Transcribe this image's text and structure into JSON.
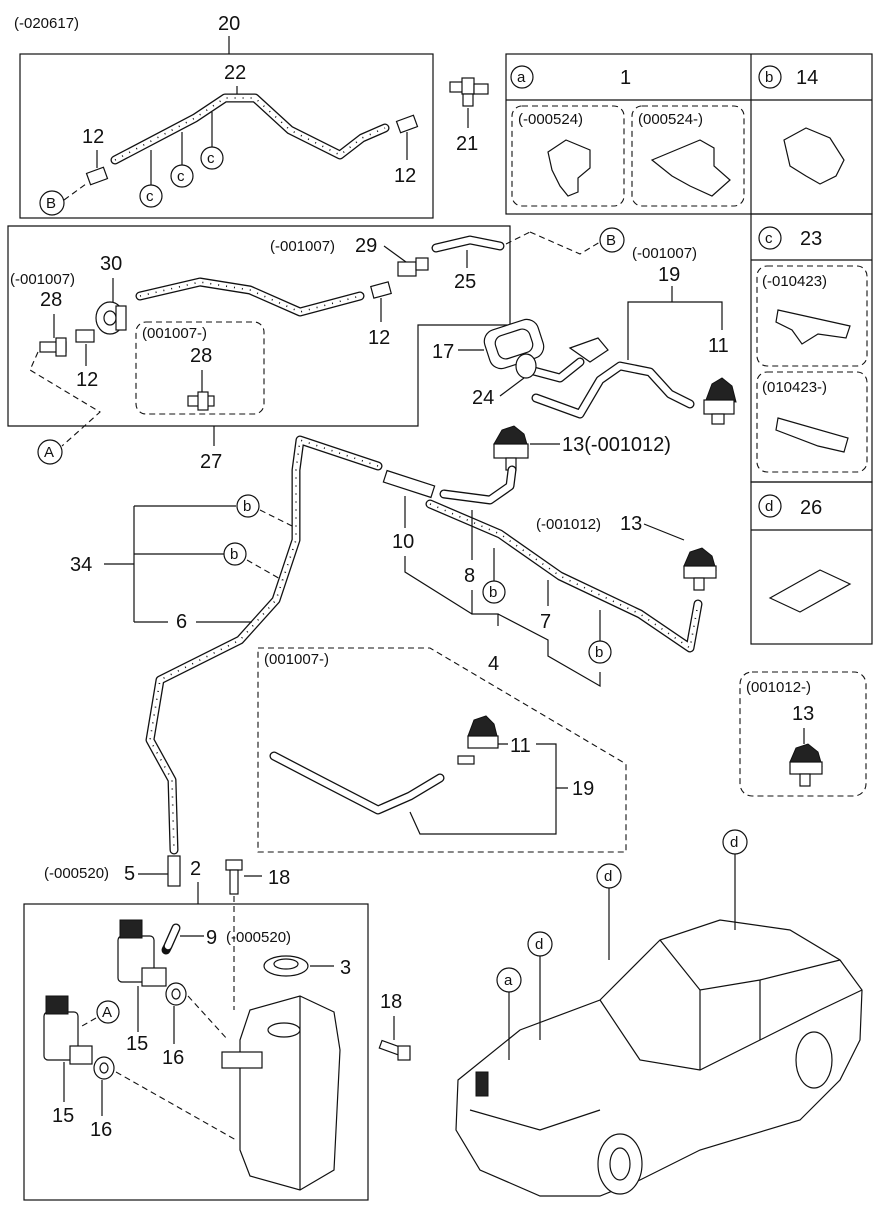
{
  "labels": {
    "date_top": "(-020617)",
    "n20": "20",
    "n22": "22",
    "n12a": "12",
    "n12b": "12",
    "n12c": "12",
    "n12d": "12",
    "n21": "21",
    "n29pre": "(-001007)",
    "n29": "29",
    "n25": "25",
    "n30": "30",
    "n28pre": "(-001007)",
    "n28a": "28",
    "n28b_pre": "(001007-)",
    "n28b": "28",
    "n27": "27",
    "n19pre": "(-001007)",
    "n19": "19",
    "n17": "17",
    "n24": "24",
    "n11": "11",
    "n13a": "13(-001012)",
    "n13b_pre": "(-001012)",
    "n13b": "13",
    "n34": "34",
    "n6": "6",
    "n10": "10",
    "n8": "8",
    "n7": "7",
    "n4": "4",
    "box_pre": "(001007-)",
    "n11b": "11",
    "n19b": "19",
    "n13c_pre": "(001012-)",
    "n13c": "13",
    "n5pre": "(-000520)",
    "n5": "5",
    "n2": "2",
    "n18a": "18",
    "n9": "9",
    "n9post": "(-000520)",
    "n3": "3",
    "n15a": "15",
    "n16a": "16",
    "n15b": "15",
    "n16b": "16",
    "n18b": "18"
  },
  "circles": {
    "B": "B",
    "A": "A",
    "a": "a",
    "b": "b",
    "c": "c",
    "d": "d"
  },
  "legend": {
    "a_num": "1",
    "a_left": "(-000524)",
    "a_right": "(000524-)",
    "b_num": "14",
    "c_num": "23",
    "c_top": "(-010423)",
    "c_bot": "(010423-)",
    "d_num": "26"
  }
}
